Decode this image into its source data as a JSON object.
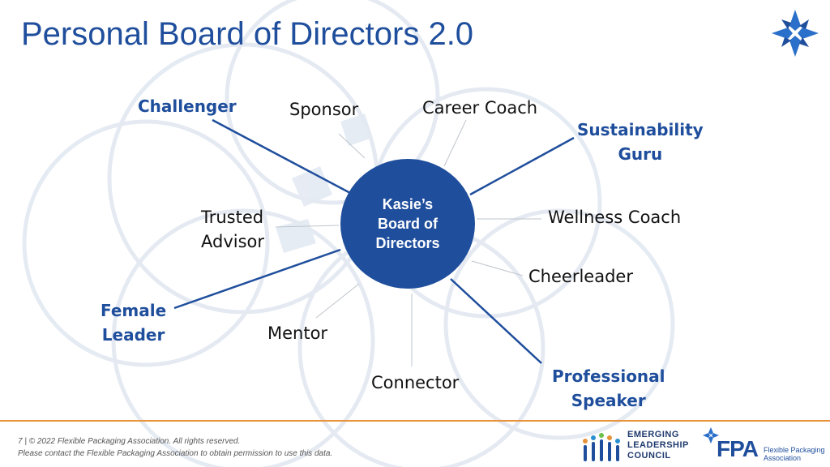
{
  "title": "Personal Board of Directors 2.0",
  "center": {
    "label": "Kasie’s\nBoard of\nDirectors"
  },
  "roles": {
    "challenger": "Challenger",
    "sponsor": "Sponsor",
    "career_coach": "Career Coach",
    "sustainability_guru": "Sustainability\nGuru",
    "trusted_advisor": "Trusted\nAdvisor",
    "wellness_coach": "Wellness Coach",
    "cheerleader": "Cheerleader",
    "female_leader": "Female\nLeader",
    "mentor": "Mentor",
    "connector": "Connector",
    "professional_speaker": "Professional\nSpeaker"
  },
  "footer": {
    "line1": "7 | © 2022 Flexible Packaging Association. All rights reserved.",
    "line2": "Please contact the Flexible Packaging Association to obtain permission to use this data."
  },
  "elc": {
    "line1": "EMERGING",
    "line2": "LEADERSHIP",
    "line3": "COUNCIL"
  },
  "fpa": {
    "letters": "FPA",
    "sub1": "Flexible Packaging",
    "sub2": "Association"
  },
  "colors": {
    "brand_blue": "#1f4e9c",
    "accent_orange": "#e8923a",
    "watermark": "#dbe3ef"
  },
  "icons": {
    "corner_logo": "four-point-star-logo",
    "elc_logo": "people-bars-logo",
    "fpa_logo": "fpa-star-logo"
  }
}
